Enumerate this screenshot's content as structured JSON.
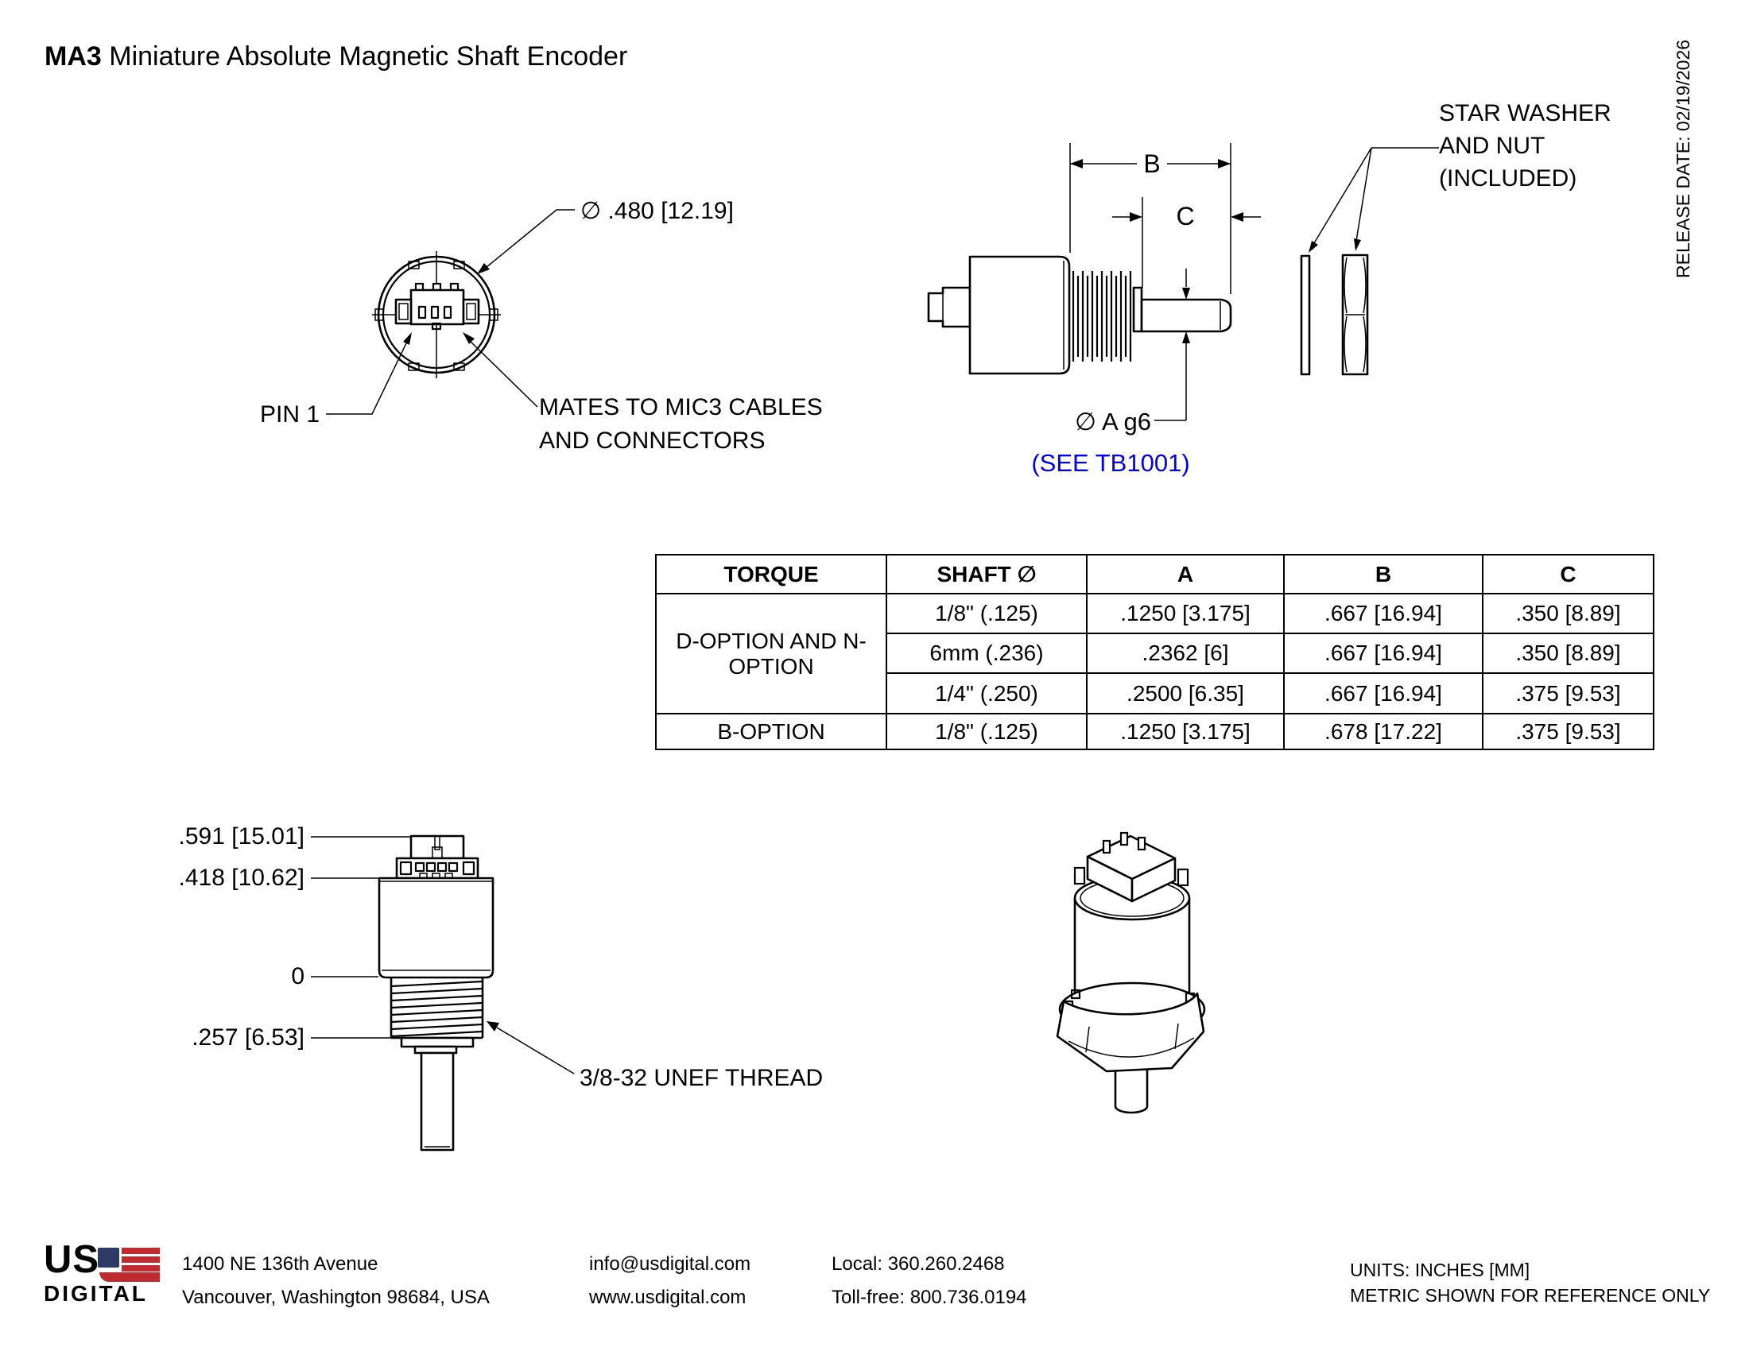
{
  "title": {
    "model": "MA3",
    "rest": " Miniature Absolute Magnetic Shaft Encoder"
  },
  "release_date": "RELEASE DATE: 02/19/2026",
  "front_view": {
    "diameter_label": "∅ .480 [12.19]",
    "pin1_label": "PIN 1",
    "mates_line1": "MATES TO MIC3 CABLES",
    "mates_line2": "AND CONNECTORS"
  },
  "side_view": {
    "dim_b": "B",
    "dim_c": "C",
    "shaft_dia_label": "∅ A g6",
    "reference_link": "(SEE TB1001)",
    "washer_note_line1": "STAR WASHER",
    "washer_note_line2": "AND NUT",
    "washer_note_line3": "(INCLUDED)"
  },
  "table": {
    "headers": [
      "TORQUE",
      "SHAFT ∅",
      "A",
      "B",
      "C"
    ],
    "rows": [
      {
        "torque": "D-OPTION AND N-OPTION",
        "shaft": "1/8\" (.125)",
        "a": ".1250 [3.175]",
        "b": ".667 [16.94]",
        "c": ".350 [8.89]"
      },
      {
        "shaft": "6mm (.236)",
        "a": ".2362 [6]",
        "b": ".667 [16.94]",
        "c": ".350 [8.89]"
      },
      {
        "shaft": "1/4\" (.250)",
        "a": ".2500 [6.35]",
        "b": ".667 [16.94]",
        "c": ".375 [9.53]"
      },
      {
        "torque": "B-OPTION",
        "shaft": "1/8\" (.125)",
        "a": ".1250 [3.175]",
        "b": ".678 [17.22]",
        "c": ".375 [9.53]"
      }
    ]
  },
  "lower_view": {
    "dims": [
      ".591 [15.01]",
      ".418 [10.62]",
      "0",
      ".257 [6.53]"
    ],
    "thread_note": "3/8-32 UNEF THREAD"
  },
  "footer": {
    "logo_line1": "US",
    "logo_line2": "DIGITAL",
    "address1": "1400 NE 136th Avenue",
    "address2": "Vancouver, Washington 98684, USA",
    "email": "info@usdigital.com",
    "website": "www.usdigital.com",
    "phone_local": "Local: 360.260.2468",
    "phone_tollfree": "Toll-free: 800.736.0194",
    "units_line1": "UNITS: INCHES [MM]",
    "units_line2": "METRIC SHOWN FOR REFERENCE ONLY"
  },
  "colors": {
    "line": "#000000",
    "reference_blue": "#0000EE",
    "logo_navy": "#2d3a66",
    "logo_red": "#bf2b30"
  }
}
